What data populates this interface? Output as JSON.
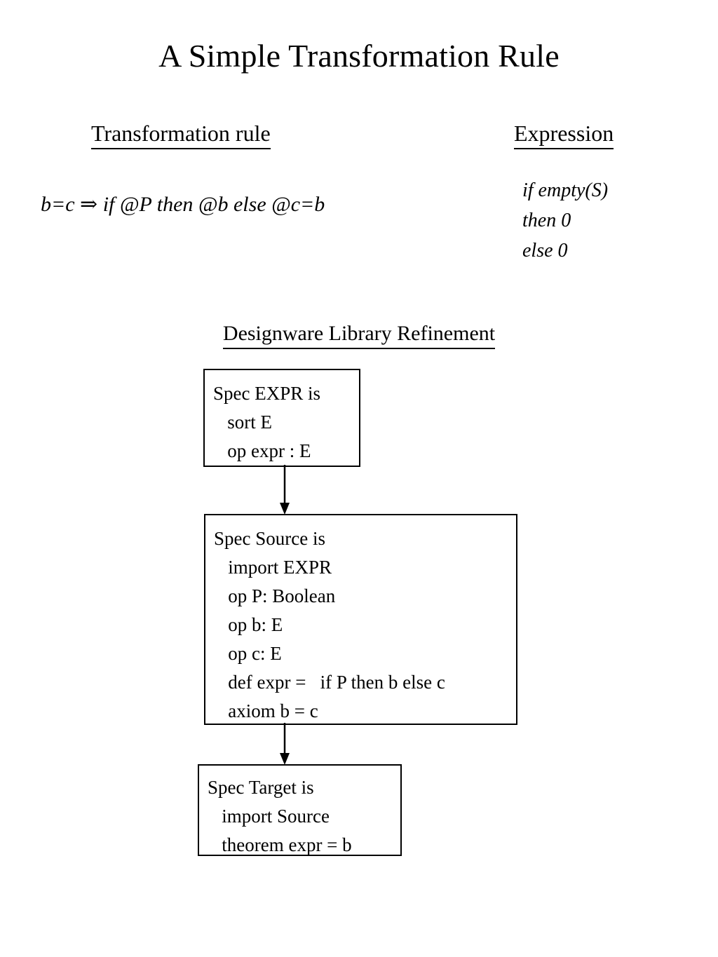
{
  "slide": {
    "title": "A Simple Transformation Rule",
    "background_color": "#ffffff",
    "text_color": "#000000"
  },
  "headings": {
    "transformation_rule": "Transformation rule",
    "expression": "Expression",
    "designware": "Designware Library Refinement"
  },
  "transformation_rule": {
    "formula": "b=c ⇒ if @P then @b else @c=b"
  },
  "expression": {
    "lines": [
      "if empty(S)",
      "then 0",
      "else 0"
    ]
  },
  "diagram": {
    "boxes": [
      {
        "name": "spec-expr",
        "lines": [
          "Spec EXPR is",
          "   sort E",
          "   op expr : E"
        ]
      },
      {
        "name": "spec-source",
        "lines": [
          "Spec Source is",
          "   import EXPR",
          "   op P: Boolean",
          "   op b: E",
          "   op c: E",
          "   def expr =   if P then b else c",
          "   axiom b = c"
        ]
      },
      {
        "name": "spec-target",
        "lines": [
          "Spec Target is",
          "   import Source",
          "   theorem expr = b"
        ]
      }
    ],
    "arrows": [
      {
        "name": "expr-to-source",
        "direction": "down"
      },
      {
        "name": "source-to-target",
        "direction": "down"
      }
    ],
    "border_color": "#000000"
  }
}
